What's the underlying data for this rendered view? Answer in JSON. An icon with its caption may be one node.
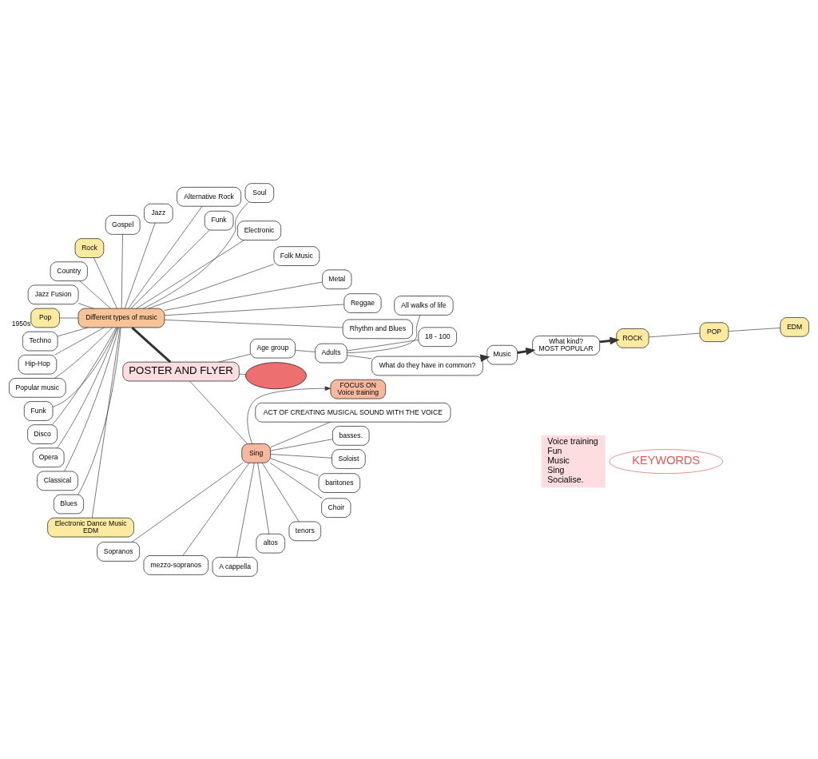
{
  "diagram": {
    "nodes": [
      {
        "text": [],
        "shape": "cloud"
      },
      {
        "text": [
          "POSTER AND FLYER"
        ]
      },
      {
        "text": [
          "What kind?",
          "MOST POPULAR"
        ]
      },
      {
        "text": [
          "ROCK"
        ]
      },
      {
        "text": [
          "POP"
        ]
      },
      {
        "text": [
          "EDM"
        ]
      },
      {
        "text": [
          "Music"
        ]
      },
      {
        "text": [
          "Age group"
        ]
      },
      {
        "text": [
          "What do they have in common?"
        ]
      },
      {
        "text": [
          "Adults"
        ]
      },
      {
        "text": [
          "18 - 100"
        ]
      },
      {
        "text": [
          "All walks of life"
        ]
      },
      {
        "text": [
          "Rhythm and Blues"
        ]
      },
      {
        "text": [
          "Reggae"
        ]
      },
      {
        "text": [
          "Metal"
        ]
      },
      {
        "text": [
          "Folk Music"
        ]
      },
      {
        "text": [
          "Electronic"
        ]
      },
      {
        "text": [
          "Funk"
        ]
      },
      {
        "text": [
          "Soul"
        ]
      },
      {
        "text": [
          "Alternative Rock"
        ]
      },
      {
        "text": [
          "Jazz"
        ]
      },
      {
        "text": [
          "Gospel"
        ]
      },
      {
        "text": [
          "Rock"
        ]
      },
      {
        "text": [
          "Country"
        ]
      },
      {
        "text": [
          "Jazz Fusion"
        ]
      },
      {
        "text": [
          "Different types of music"
        ]
      },
      {
        "text": [
          "Pop"
        ],
        "beside": [
          "1950s"
        ]
      },
      {
        "text": [
          "Techno"
        ]
      },
      {
        "text": [
          "Hip-Hop"
        ]
      },
      {
        "text": [
          "Popular music"
        ]
      },
      {
        "text": [
          "Funk"
        ]
      },
      {
        "text": [
          "Disco"
        ]
      },
      {
        "text": [
          "Opera"
        ]
      },
      {
        "text": [
          "Classical"
        ]
      },
      {
        "text": [
          "Blues"
        ]
      },
      {
        "text": [
          "Electronic Dance Music",
          "EDM"
        ]
      },
      {
        "text": [
          "Sopranos"
        ]
      },
      {
        "text": [
          "mezzo-sopranos"
        ]
      },
      {
        "text": [
          "A cappella"
        ]
      },
      {
        "text": [
          "altos"
        ]
      },
      {
        "text": [
          "Sing"
        ]
      },
      {
        "text": [
          "tenors"
        ]
      },
      {
        "text": [
          "Choir"
        ]
      },
      {
        "text": [
          "baritones"
        ]
      },
      {
        "text": [
          "Soloist"
        ]
      },
      {
        "text": [
          "basses."
        ]
      },
      {
        "text": [
          "ACT OF CREATING MUSICAL SOUND WITH THE VOICE"
        ]
      },
      {
        "text": [
          "KEYWORDS"
        ]
      },
      {
        "text": [
          "FOCUS ON",
          "Voice training"
        ]
      },
      {
        "text": [
          "Voice training",
          "Fun",
          "Music",
          "Sing",
          "Socialise."
        ]
      }
    ],
    "edges": [
      {
        "from": 0,
        "to": 1,
        "arrow": "none"
      },
      {
        "from": 1,
        "to": 25,
        "arrow": "none",
        "style": "thick"
      },
      {
        "from": 25,
        "to": 12,
        "arrow": "none"
      },
      {
        "from": 25,
        "to": 13,
        "arrow": "none"
      },
      {
        "from": 25,
        "to": 14,
        "arrow": "none"
      },
      {
        "from": 25,
        "to": 15,
        "arrow": "none"
      },
      {
        "from": 25,
        "to": 16,
        "arrow": "none"
      },
      {
        "from": 25,
        "to": 17,
        "arrow": "none"
      },
      {
        "from": 25,
        "to": 18,
        "arrow": "none"
      },
      {
        "from": 25,
        "to": 19,
        "arrow": "none"
      },
      {
        "from": 25,
        "to": 20,
        "arrow": "none"
      },
      {
        "from": 25,
        "to": 21,
        "arrow": "none"
      },
      {
        "from": 25,
        "to": 22,
        "arrow": "none"
      },
      {
        "from": 25,
        "to": 23,
        "arrow": "none"
      },
      {
        "from": 25,
        "to": 24,
        "arrow": "none"
      },
      {
        "from": 25,
        "to": 26,
        "arrow": "none"
      },
      {
        "from": 25,
        "to": 27,
        "arrow": "none"
      },
      {
        "from": 25,
        "to": 28,
        "arrow": "none"
      },
      {
        "from": 25,
        "to": 29,
        "arrow": "none"
      },
      {
        "from": 25,
        "to": 30,
        "arrow": "none"
      },
      {
        "from": 25,
        "to": 31,
        "arrow": "none"
      },
      {
        "from": 25,
        "to": 32,
        "arrow": "none"
      },
      {
        "from": 25,
        "to": 33,
        "arrow": "none"
      },
      {
        "from": 25,
        "to": 34,
        "arrow": "none"
      },
      {
        "from": 25,
        "to": 35,
        "arrow": "none"
      },
      {
        "from": 1,
        "to": 7,
        "arrow": "none"
      },
      {
        "from": 7,
        "to": 9,
        "arrow": "none"
      },
      {
        "from": 9,
        "to": 8,
        "arrow": "none"
      },
      {
        "from": 9,
        "to": 10,
        "arrow": "none"
      },
      {
        "from": 9,
        "to": 11,
        "arrow": "none"
      },
      {
        "from": 8,
        "to": 6,
        "arrow": "to",
        "style": "thick"
      },
      {
        "from": 6,
        "to": 2,
        "arrow": "to",
        "style": "thick"
      },
      {
        "from": 2,
        "to": 3,
        "arrow": "to",
        "style": "thick"
      },
      {
        "from": 3,
        "to": 4,
        "arrow": "none"
      },
      {
        "from": 4,
        "to": 5,
        "arrow": "none"
      },
      {
        "from": 1,
        "to": 40,
        "arrow": "none"
      },
      {
        "from": 40,
        "to": 36,
        "arrow": "none"
      },
      {
        "from": 40,
        "to": 37,
        "arrow": "none"
      },
      {
        "from": 40,
        "to": 38,
        "arrow": "none"
      },
      {
        "from": 40,
        "to": 39,
        "arrow": "none"
      },
      {
        "from": 40,
        "to": 41,
        "arrow": "none"
      },
      {
        "from": 40,
        "to": 42,
        "arrow": "none"
      },
      {
        "from": 40,
        "to": 43,
        "arrow": "none"
      },
      {
        "from": 40,
        "to": 44,
        "arrow": "none"
      },
      {
        "from": 40,
        "to": 45,
        "arrow": "none"
      },
      {
        "from": 40,
        "to": 46,
        "arrow": "none"
      },
      {
        "from": 40,
        "to": 48,
        "arrow": "to"
      }
    ]
  }
}
